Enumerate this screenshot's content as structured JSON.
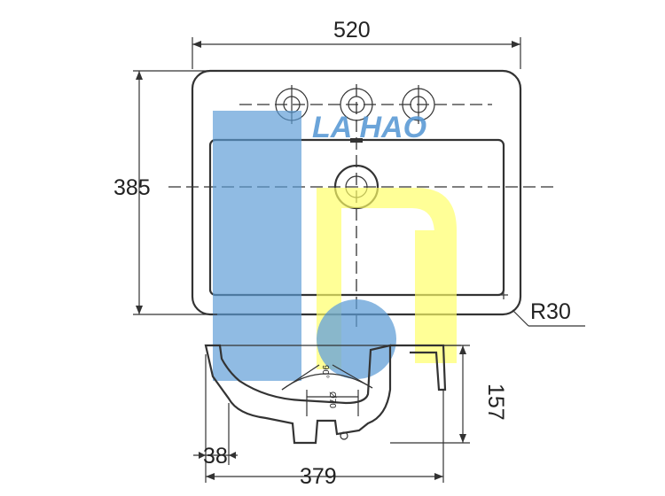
{
  "dimensions": {
    "width": "520",
    "depth": "385",
    "corner_radius": "R30",
    "height": "157",
    "rim": "38",
    "bowl_width": "379",
    "angle_note": "90°",
    "drain_note": "Ø70"
  },
  "watermark": {
    "text": "LA HAO",
    "colors": {
      "blue": "#5b9bd5",
      "yellow": "#ffff66"
    }
  }
}
